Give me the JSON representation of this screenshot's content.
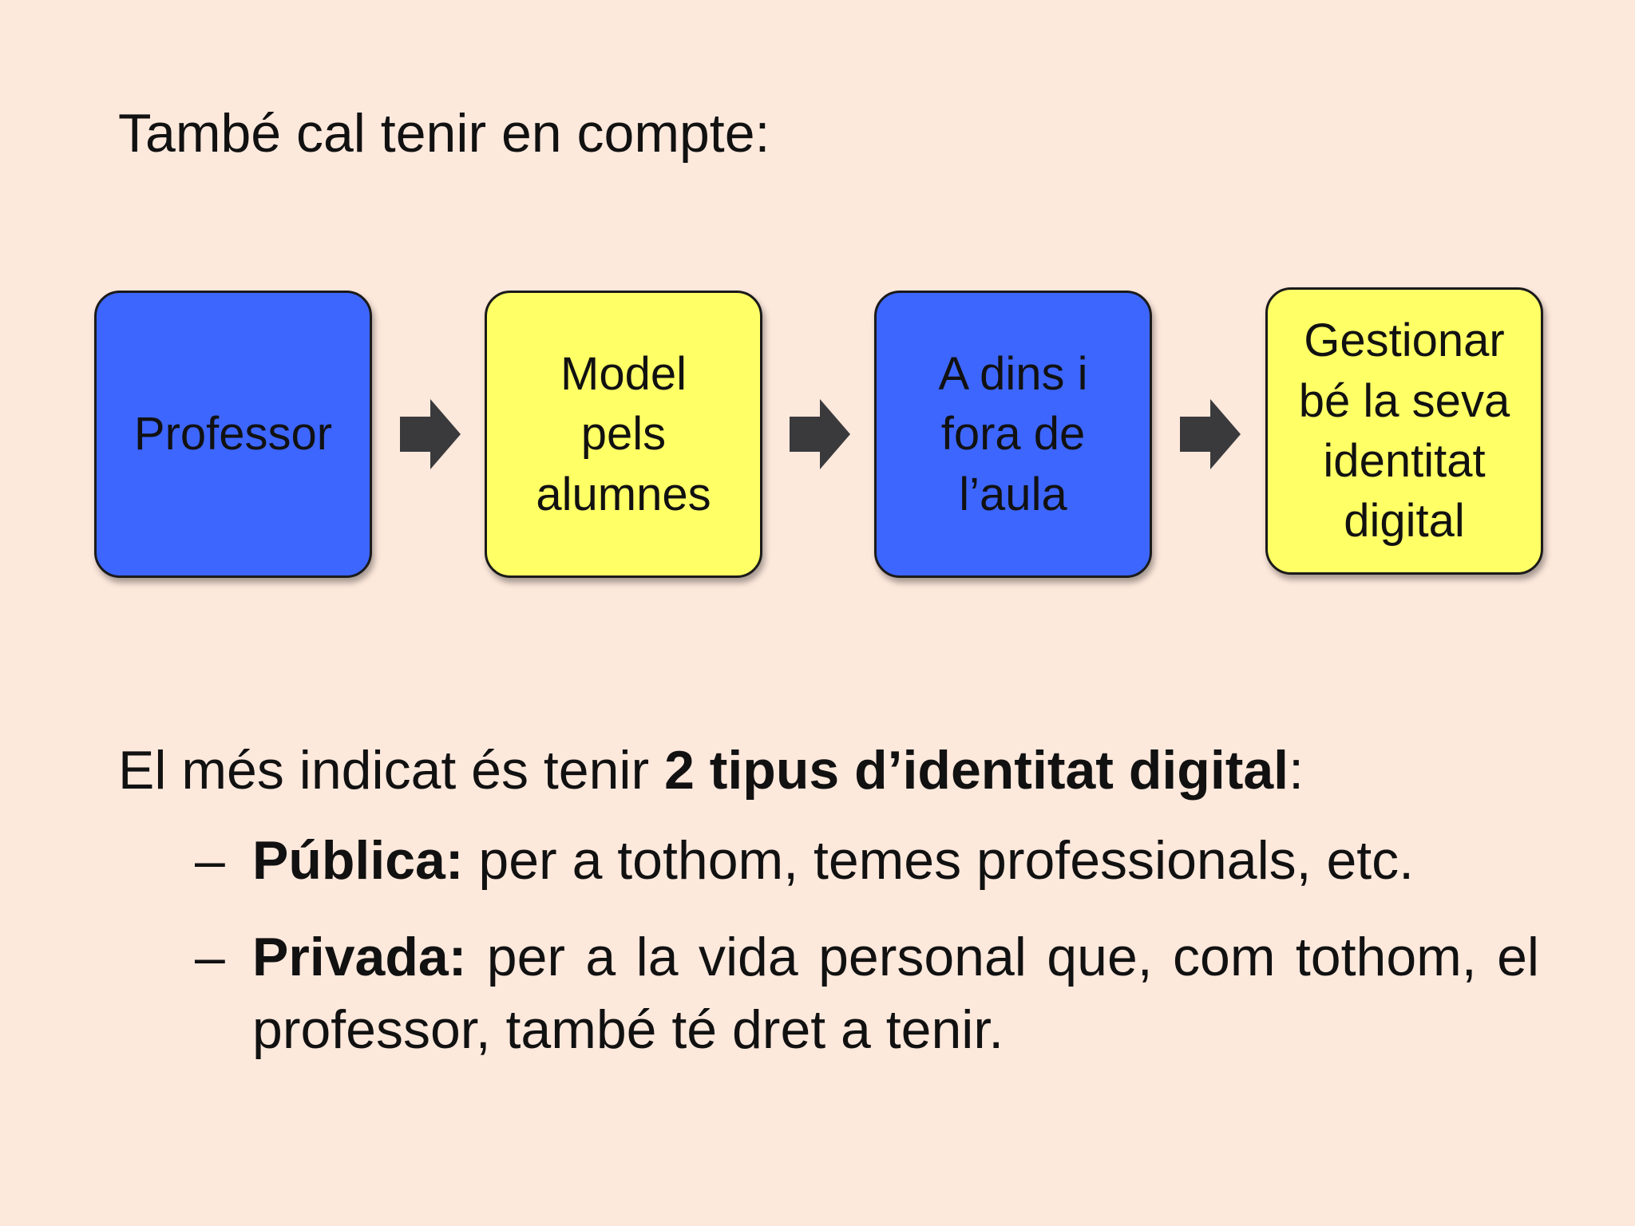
{
  "heading": "També cal tenir en compte:",
  "flow": {
    "boxes": [
      {
        "text": "Professor",
        "color": "#3d66ff"
      },
      {
        "text": "Model\npels\nalumnes",
        "color": "#ffff66"
      },
      {
        "text": "A dins i\nfora de\nl’aula",
        "color": "#3d66ff"
      },
      {
        "text": "Gestionar\nbé la seva\nidentitat\ndigital",
        "color": "#ffff66"
      }
    ],
    "arrow_color": "#3a3a3c"
  },
  "body": {
    "intro_prefix": "El més indicat és tenir ",
    "intro_bold": "2 tipus d’identitat digital",
    "intro_suffix": ":",
    "items": [
      {
        "dash": "–",
        "label": "Pública:",
        "text": " per a tothom, temes professionals, etc."
      },
      {
        "dash": "–",
        "label": "Privada:",
        "text": " per a la vida personal que, com tothom, el professor, també té dret a tenir."
      }
    ]
  },
  "colors": {
    "background": "#fde8dc"
  }
}
